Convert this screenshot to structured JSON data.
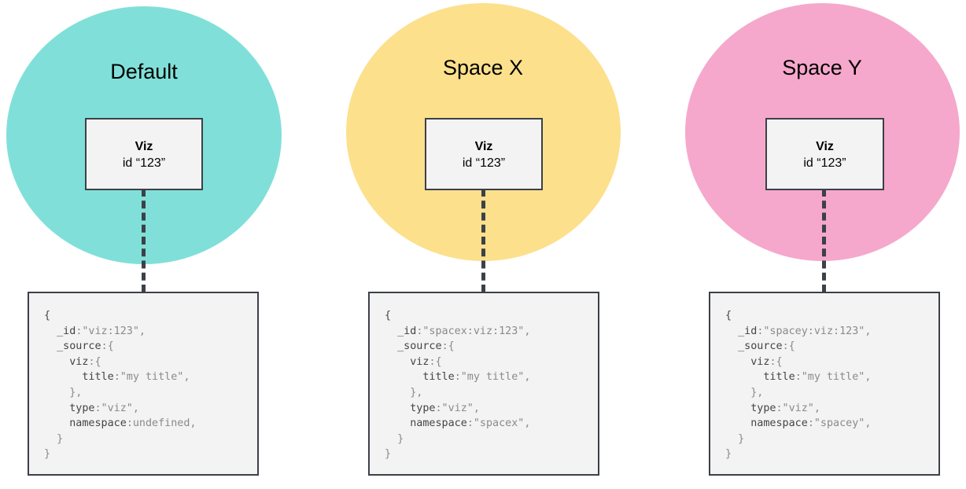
{
  "spaces": [
    {
      "title": "Default",
      "color": "#80e0d9",
      "viz_label": "Viz",
      "viz_id": "id “123”",
      "code": [
        {
          "k": "{",
          "v": ""
        },
        {
          "k": "  _id",
          "v": ":\"viz:123\","
        },
        {
          "k": "  _source",
          "v": ":{"
        },
        {
          "k": "    viz",
          "v": ":{"
        },
        {
          "k": "      title",
          "v": ":\"my title\","
        },
        {
          "k": "",
          "v": "    },"
        },
        {
          "k": "    type",
          "v": ":\"viz\","
        },
        {
          "k": "    namespace",
          "v": ":undefined,"
        },
        {
          "k": "",
          "v": "  }"
        },
        {
          "k": "",
          "v": "}"
        }
      ]
    },
    {
      "title": "Space X",
      "color": "#fce08c",
      "viz_label": "Viz",
      "viz_id": "id “123”",
      "code": [
        {
          "k": "{",
          "v": ""
        },
        {
          "k": "  _id",
          "v": ":\"spacex:viz:123\","
        },
        {
          "k": "  _source",
          "v": ":{"
        },
        {
          "k": "    viz",
          "v": ":{"
        },
        {
          "k": "      title",
          "v": ":\"my title\","
        },
        {
          "k": "",
          "v": "    },"
        },
        {
          "k": "    type",
          "v": ":\"viz\","
        },
        {
          "k": "    namespace",
          "v": ":\"spacex\","
        },
        {
          "k": "",
          "v": "  }"
        },
        {
          "k": "",
          "v": "}"
        }
      ]
    },
    {
      "title": "Space Y",
      "color": "#f5a8cc",
      "viz_label": "Viz",
      "viz_id": "id “123”",
      "code": [
        {
          "k": "{",
          "v": ""
        },
        {
          "k": "  _id",
          "v": ":\"spacey:viz:123\","
        },
        {
          "k": "  _source",
          "v": ":{"
        },
        {
          "k": "    viz",
          "v": ":{"
        },
        {
          "k": "      title",
          "v": ":\"my title\","
        },
        {
          "k": "",
          "v": "    },"
        },
        {
          "k": "    type",
          "v": ":\"viz\","
        },
        {
          "k": "    namespace",
          "v": ":\"spacey\","
        },
        {
          "k": "",
          "v": "  }"
        },
        {
          "k": "",
          "v": "}"
        }
      ]
    }
  ]
}
